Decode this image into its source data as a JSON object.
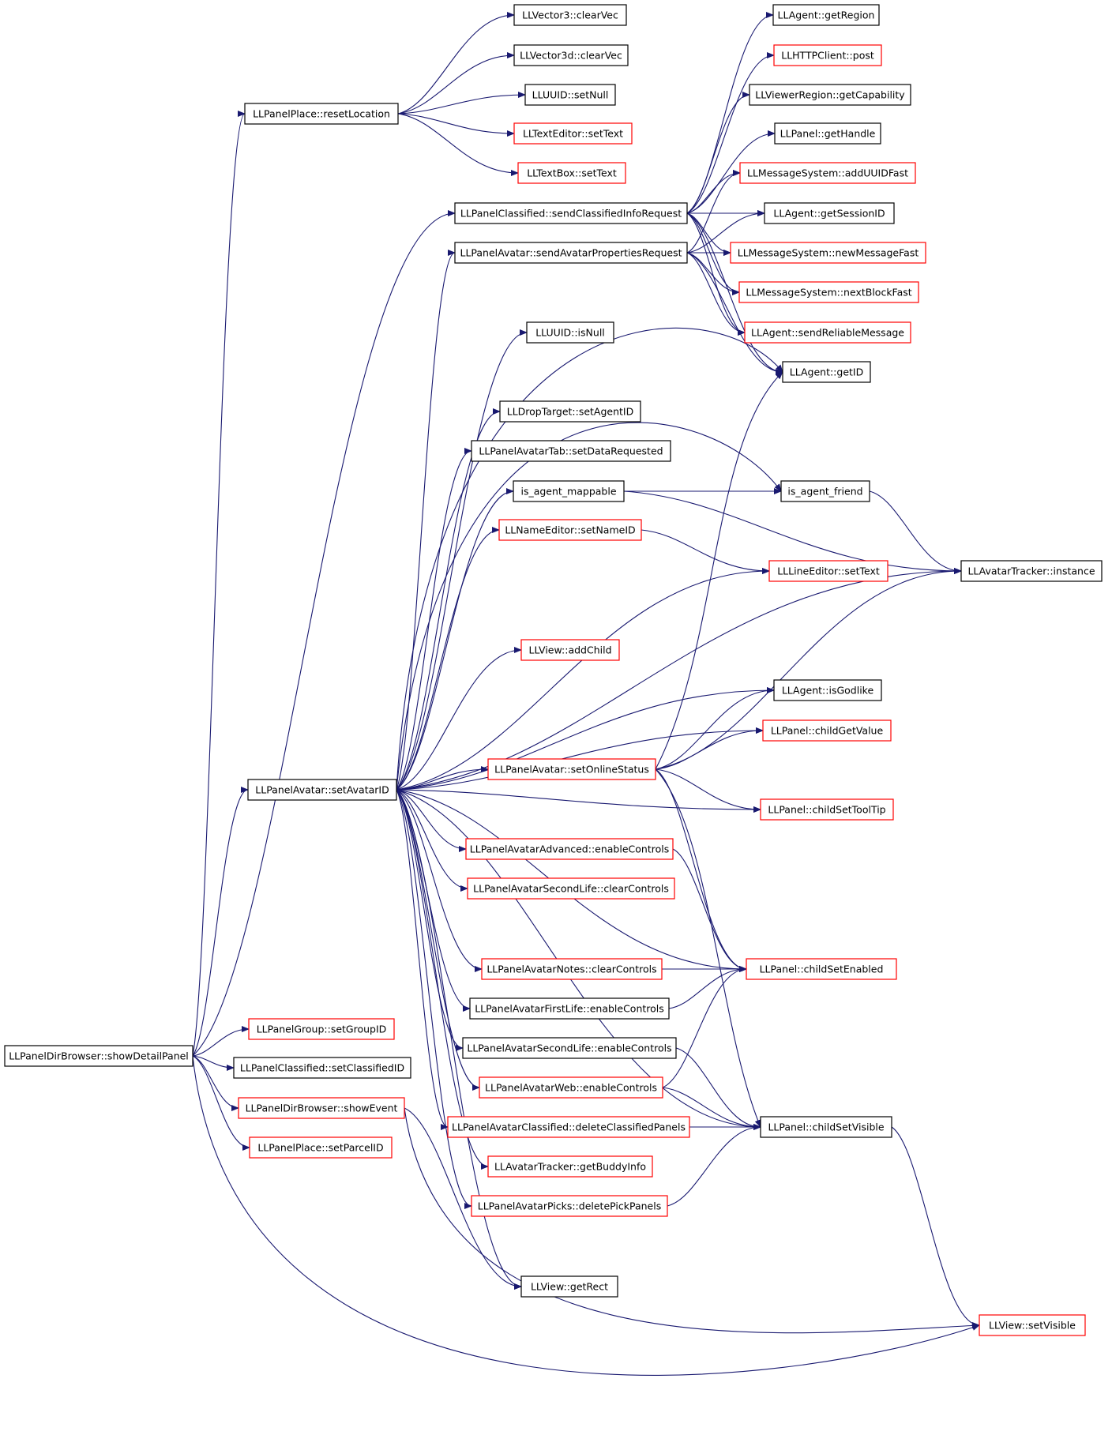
{
  "diagram": {
    "type": "call-graph",
    "colors": {
      "edge": "#191970",
      "border_normal": "#000000",
      "border_truncated": "#ff0000",
      "root_fill": "#bfbfbf",
      "node_fill": "#ffffff"
    },
    "nodes": [
      {
        "id": "root",
        "label": "LLPanelDirBrowser::showDetailPanel",
        "style": "root"
      },
      {
        "id": "place_reset",
        "label": "LLPanelPlace::resetLocation",
        "style": "normal"
      },
      {
        "id": "v3_clear",
        "label": "LLVector3::clearVec",
        "style": "normal"
      },
      {
        "id": "v3d_clear",
        "label": "LLVector3d::clearVec",
        "style": "normal"
      },
      {
        "id": "uuid_setnull",
        "label": "LLUUID::setNull",
        "style": "normal"
      },
      {
        "id": "texteditor_settext",
        "label": "LLTextEditor::setText",
        "style": "truncated"
      },
      {
        "id": "textbox_settext",
        "label": "LLTextBox::setText",
        "style": "truncated"
      },
      {
        "id": "agent_getregion",
        "label": "LLAgent::getRegion",
        "style": "normal"
      },
      {
        "id": "http_post",
        "label": "LLHTTPClient::post",
        "style": "truncated"
      },
      {
        "id": "region_getcap",
        "label": "LLViewerRegion::getCapability",
        "style": "normal"
      },
      {
        "id": "panel_gethandle",
        "label": "LLPanel::getHandle",
        "style": "normal"
      },
      {
        "id": "msg_adduuid",
        "label": "LLMessageSystem::addUUIDFast",
        "style": "truncated"
      },
      {
        "id": "classified_sendreq",
        "label": "LLPanelClassified::sendClassifiedInfoRequest",
        "style": "normal"
      },
      {
        "id": "agent_sessionid",
        "label": "LLAgent::getSessionID",
        "style": "normal"
      },
      {
        "id": "avatar_sendreq",
        "label": "LLPanelAvatar::sendAvatarPropertiesRequest",
        "style": "normal"
      },
      {
        "id": "msg_newmsg",
        "label": "LLMessageSystem::newMessageFast",
        "style": "truncated"
      },
      {
        "id": "msg_nextblock",
        "label": "LLMessageSystem::nextBlockFast",
        "style": "truncated"
      },
      {
        "id": "uuid_isnull",
        "label": "LLUUID::isNull",
        "style": "normal"
      },
      {
        "id": "agent_sendreliable",
        "label": "LLAgent::sendReliableMessage",
        "style": "truncated"
      },
      {
        "id": "agent_getid",
        "label": "LLAgent::getID",
        "style": "normal"
      },
      {
        "id": "droptarget_setagent",
        "label": "LLDropTarget::setAgentID",
        "style": "normal"
      },
      {
        "id": "avatartab_setdatareq",
        "label": "LLPanelAvatarTab::setDataRequested",
        "style": "normal"
      },
      {
        "id": "is_mappable",
        "label": "is_agent_mappable",
        "style": "normal"
      },
      {
        "id": "is_friend",
        "label": "is_agent_friend",
        "style": "normal"
      },
      {
        "id": "nameeditor_setname",
        "label": "LLNameEditor::setNameID",
        "style": "truncated"
      },
      {
        "id": "lineeditor_settext",
        "label": "LLLineEditor::setText",
        "style": "truncated"
      },
      {
        "id": "tracker_instance",
        "label": "LLAvatarTracker::instance",
        "style": "normal"
      },
      {
        "id": "view_addchild",
        "label": "LLView::addChild",
        "style": "truncated"
      },
      {
        "id": "agent_godlike",
        "label": "LLAgent::isGodlike",
        "style": "normal"
      },
      {
        "id": "panel_childgetvalue",
        "label": "LLPanel::childGetValue",
        "style": "truncated"
      },
      {
        "id": "avatar_setonline",
        "label": "LLPanelAvatar::setOnlineStatus",
        "style": "truncated"
      },
      {
        "id": "avatar_setid",
        "label": "LLPanelAvatar::setAvatarID",
        "style": "normal"
      },
      {
        "id": "panel_childsettooltip",
        "label": "LLPanel::childSetToolTip",
        "style": "truncated"
      },
      {
        "id": "adv_enable",
        "label": "LLPanelAvatarAdvanced::enableControls",
        "style": "truncated"
      },
      {
        "id": "sl_clear",
        "label": "LLPanelAvatarSecondLife::clearControls",
        "style": "truncated"
      },
      {
        "id": "notes_clear",
        "label": "LLPanelAvatarNotes::clearControls",
        "style": "truncated"
      },
      {
        "id": "panel_childsetenabled",
        "label": "LLPanel::childSetEnabled",
        "style": "truncated"
      },
      {
        "id": "fl_enable",
        "label": "LLPanelAvatarFirstLife::enableControls",
        "style": "normal"
      },
      {
        "id": "group_setid",
        "label": "LLPanelGroup::setGroupID",
        "style": "truncated"
      },
      {
        "id": "sl_enable",
        "label": "LLPanelAvatarSecondLife::enableControls",
        "style": "normal"
      },
      {
        "id": "classified_setid",
        "label": "LLPanelClassified::setClassifiedID",
        "style": "normal"
      },
      {
        "id": "web_enable",
        "label": "LLPanelAvatarWeb::enableControls",
        "style": "truncated"
      },
      {
        "id": "dir_showevent",
        "label": "LLPanelDirBrowser::showEvent",
        "style": "truncated"
      },
      {
        "id": "avclassified_delete",
        "label": "LLPanelAvatarClassified::deleteClassifiedPanels",
        "style": "truncated"
      },
      {
        "id": "panel_childsetvisible",
        "label": "LLPanel::childSetVisible",
        "style": "normal"
      },
      {
        "id": "place_setparcel",
        "label": "LLPanelPlace::setParcelID",
        "style": "truncated"
      },
      {
        "id": "tracker_getbuddy",
        "label": "LLAvatarTracker::getBuddyInfo",
        "style": "truncated"
      },
      {
        "id": "picks_delete",
        "label": "LLPanelAvatarPicks::deletePickPanels",
        "style": "truncated"
      },
      {
        "id": "view_getrect",
        "label": "LLView::getRect",
        "style": "normal"
      },
      {
        "id": "view_setvisible",
        "label": "LLView::setVisible",
        "style": "truncated"
      }
    ],
    "edges": [
      [
        "root",
        "place_reset"
      ],
      [
        "root",
        "classified_sendreq"
      ],
      [
        "root",
        "avatar_setid"
      ],
      [
        "root",
        "group_setid"
      ],
      [
        "root",
        "classified_setid"
      ],
      [
        "root",
        "dir_showevent"
      ],
      [
        "root",
        "place_setparcel"
      ],
      [
        "root",
        "view_setvisible"
      ],
      [
        "place_reset",
        "v3_clear"
      ],
      [
        "place_reset",
        "v3d_clear"
      ],
      [
        "place_reset",
        "uuid_setnull"
      ],
      [
        "place_reset",
        "texteditor_settext"
      ],
      [
        "place_reset",
        "textbox_settext"
      ],
      [
        "classified_sendreq",
        "agent_getregion"
      ],
      [
        "classified_sendreq",
        "http_post"
      ],
      [
        "classified_sendreq",
        "region_getcap"
      ],
      [
        "classified_sendreq",
        "panel_gethandle"
      ],
      [
        "classified_sendreq",
        "msg_adduuid"
      ],
      [
        "classified_sendreq",
        "agent_sessionid"
      ],
      [
        "classified_sendreq",
        "msg_newmsg"
      ],
      [
        "classified_sendreq",
        "msg_nextblock"
      ],
      [
        "classified_sendreq",
        "agent_sendreliable"
      ],
      [
        "classified_sendreq",
        "agent_getid"
      ],
      [
        "avatar_sendreq",
        "msg_adduuid"
      ],
      [
        "avatar_sendreq",
        "agent_sessionid"
      ],
      [
        "avatar_sendreq",
        "msg_newmsg"
      ],
      [
        "avatar_sendreq",
        "msg_nextblock"
      ],
      [
        "avatar_sendreq",
        "agent_sendreliable"
      ],
      [
        "avatar_sendreq",
        "agent_getid"
      ],
      [
        "avatar_setid",
        "avatar_sendreq"
      ],
      [
        "avatar_setid",
        "uuid_isnull"
      ],
      [
        "avatar_setid",
        "agent_getid"
      ],
      [
        "avatar_setid",
        "is_friend"
      ],
      [
        "avatar_setid",
        "droptarget_setagent"
      ],
      [
        "avatar_setid",
        "avatartab_setdatareq"
      ],
      [
        "avatar_setid",
        "is_mappable"
      ],
      [
        "avatar_setid",
        "nameeditor_setname"
      ],
      [
        "avatar_setid",
        "lineeditor_settext"
      ],
      [
        "avatar_setid",
        "tracker_instance"
      ],
      [
        "avatar_setid",
        "view_addchild"
      ],
      [
        "avatar_setid",
        "agent_godlike"
      ],
      [
        "avatar_setid",
        "panel_childgetvalue"
      ],
      [
        "avatar_setid",
        "avatar_setonline"
      ],
      [
        "avatar_setid",
        "panel_childsettooltip"
      ],
      [
        "avatar_setid",
        "adv_enable"
      ],
      [
        "avatar_setid",
        "sl_clear"
      ],
      [
        "avatar_setid",
        "panel_childsetenabled"
      ],
      [
        "avatar_setid",
        "notes_clear"
      ],
      [
        "avatar_setid",
        "fl_enable"
      ],
      [
        "avatar_setid",
        "sl_enable"
      ],
      [
        "avatar_setid",
        "web_enable"
      ],
      [
        "avatar_setid",
        "avclassified_delete"
      ],
      [
        "avatar_setid",
        "tracker_getbuddy"
      ],
      [
        "avatar_setid",
        "picks_delete"
      ],
      [
        "avatar_setid",
        "panel_childsetvisible"
      ],
      [
        "avatar_setid",
        "view_getrect"
      ],
      [
        "is_mappable",
        "is_friend"
      ],
      [
        "is_mappable",
        "tracker_instance"
      ],
      [
        "is_friend",
        "tracker_instance"
      ],
      [
        "nameeditor_setname",
        "lineeditor_settext"
      ],
      [
        "avatar_setonline",
        "agent_getid"
      ],
      [
        "avatar_setonline",
        "agent_godlike"
      ],
      [
        "avatar_setonline",
        "panel_childgetvalue"
      ],
      [
        "avatar_setonline",
        "tracker_instance"
      ],
      [
        "avatar_setonline",
        "panel_childsettooltip"
      ],
      [
        "avatar_setonline",
        "panel_childsetenabled"
      ],
      [
        "avatar_setonline",
        "panel_childsetvisible"
      ],
      [
        "adv_enable",
        "panel_childsetenabled"
      ],
      [
        "notes_clear",
        "panel_childsetenabled"
      ],
      [
        "fl_enable",
        "panel_childsetenabled"
      ],
      [
        "sl_enable",
        "panel_childsetvisible"
      ],
      [
        "web_enable",
        "panel_childsetenabled"
      ],
      [
        "web_enable",
        "panel_childsetvisible"
      ],
      [
        "avclassified_delete",
        "panel_childsetvisible"
      ],
      [
        "picks_delete",
        "panel_childsetvisible"
      ],
      [
        "panel_childsetvisible",
        "view_setvisible"
      ],
      [
        "dir_showevent",
        "view_getrect"
      ],
      [
        "dir_showevent",
        "view_setvisible"
      ]
    ]
  }
}
